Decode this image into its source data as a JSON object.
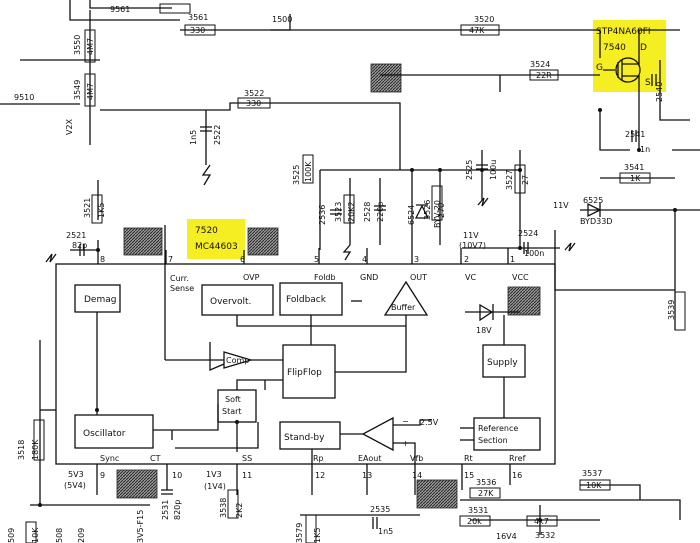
{
  "ic": {
    "ref": "7520",
    "part": "MC44603"
  },
  "mosfet": {
    "part": "STP4NA60FI",
    "ref": "7540",
    "d": "D",
    "g": "G",
    "s": "S"
  },
  "blocks": {
    "demag": "Demag",
    "overvolt": "Overvolt.",
    "foldback": "Foldback",
    "buffer": "Buffer",
    "comp": "Comp",
    "flipflop": "FlipFlop",
    "softstart": [
      "Soft",
      "Start"
    ],
    "oscillator": "Oscillator",
    "standby": "Stand-by",
    "supply": "Supply",
    "reference": [
      "Reference",
      "Section"
    ]
  },
  "pin_labels": {
    "curr_sense": [
      "Curr.",
      "Sense"
    ],
    "ovp": "OVP",
    "foldb": "Foldb",
    "gnd": "GND",
    "out": "OUT",
    "vc": "VC",
    "vcc": "VCC",
    "sync": "Sync",
    "ct": "CT",
    "ss": "SS",
    "rp": "Rp",
    "eaout": "EAout",
    "vfb": "Vfb",
    "rt": "Rt",
    "rref": "Rref"
  },
  "pin_numbers": [
    "8",
    "7",
    "6",
    "5",
    "4",
    "3",
    "2",
    "1",
    "9",
    "10",
    "11",
    "12",
    "13",
    "14",
    "15",
    "16"
  ],
  "zener_18v": "18V",
  "ref_2v5": "2.5V",
  "refdes": [
    "9561",
    "3561",
    "330",
    "1500",
    "3520",
    "47K",
    "3550",
    "4M7",
    "3549",
    "4M7",
    "9510",
    "V2X",
    "3522",
    "330",
    "2522",
    "1n5",
    "3524",
    "22R",
    "2540",
    "2541",
    "1n",
    "3541",
    "1K",
    "6525",
    "BYD33D",
    "11V",
    "3525",
    "100K",
    "2536",
    "3523",
    "20K2",
    "2528",
    "220p",
    "6524",
    "BYV-20",
    "3526",
    "270",
    "2525",
    "100u",
    "3527",
    "27",
    "11V",
    "(10V7)",
    "2524",
    "100n",
    "3539",
    "2521",
    "82p",
    "3521",
    "1K5",
    "3518",
    "180K",
    "5V3",
    "(5V4)",
    "2531",
    "820p",
    "1V3",
    "(1V4)",
    "3538",
    "2K2",
    "3579",
    "1K5",
    "2535",
    "1n5",
    "3536",
    "27K",
    "3537",
    "10K",
    "3531",
    "20k",
    "3532",
    "4k7",
    "16V4",
    "509",
    "10K",
    "508",
    "209",
    "3V5-F15"
  ]
}
